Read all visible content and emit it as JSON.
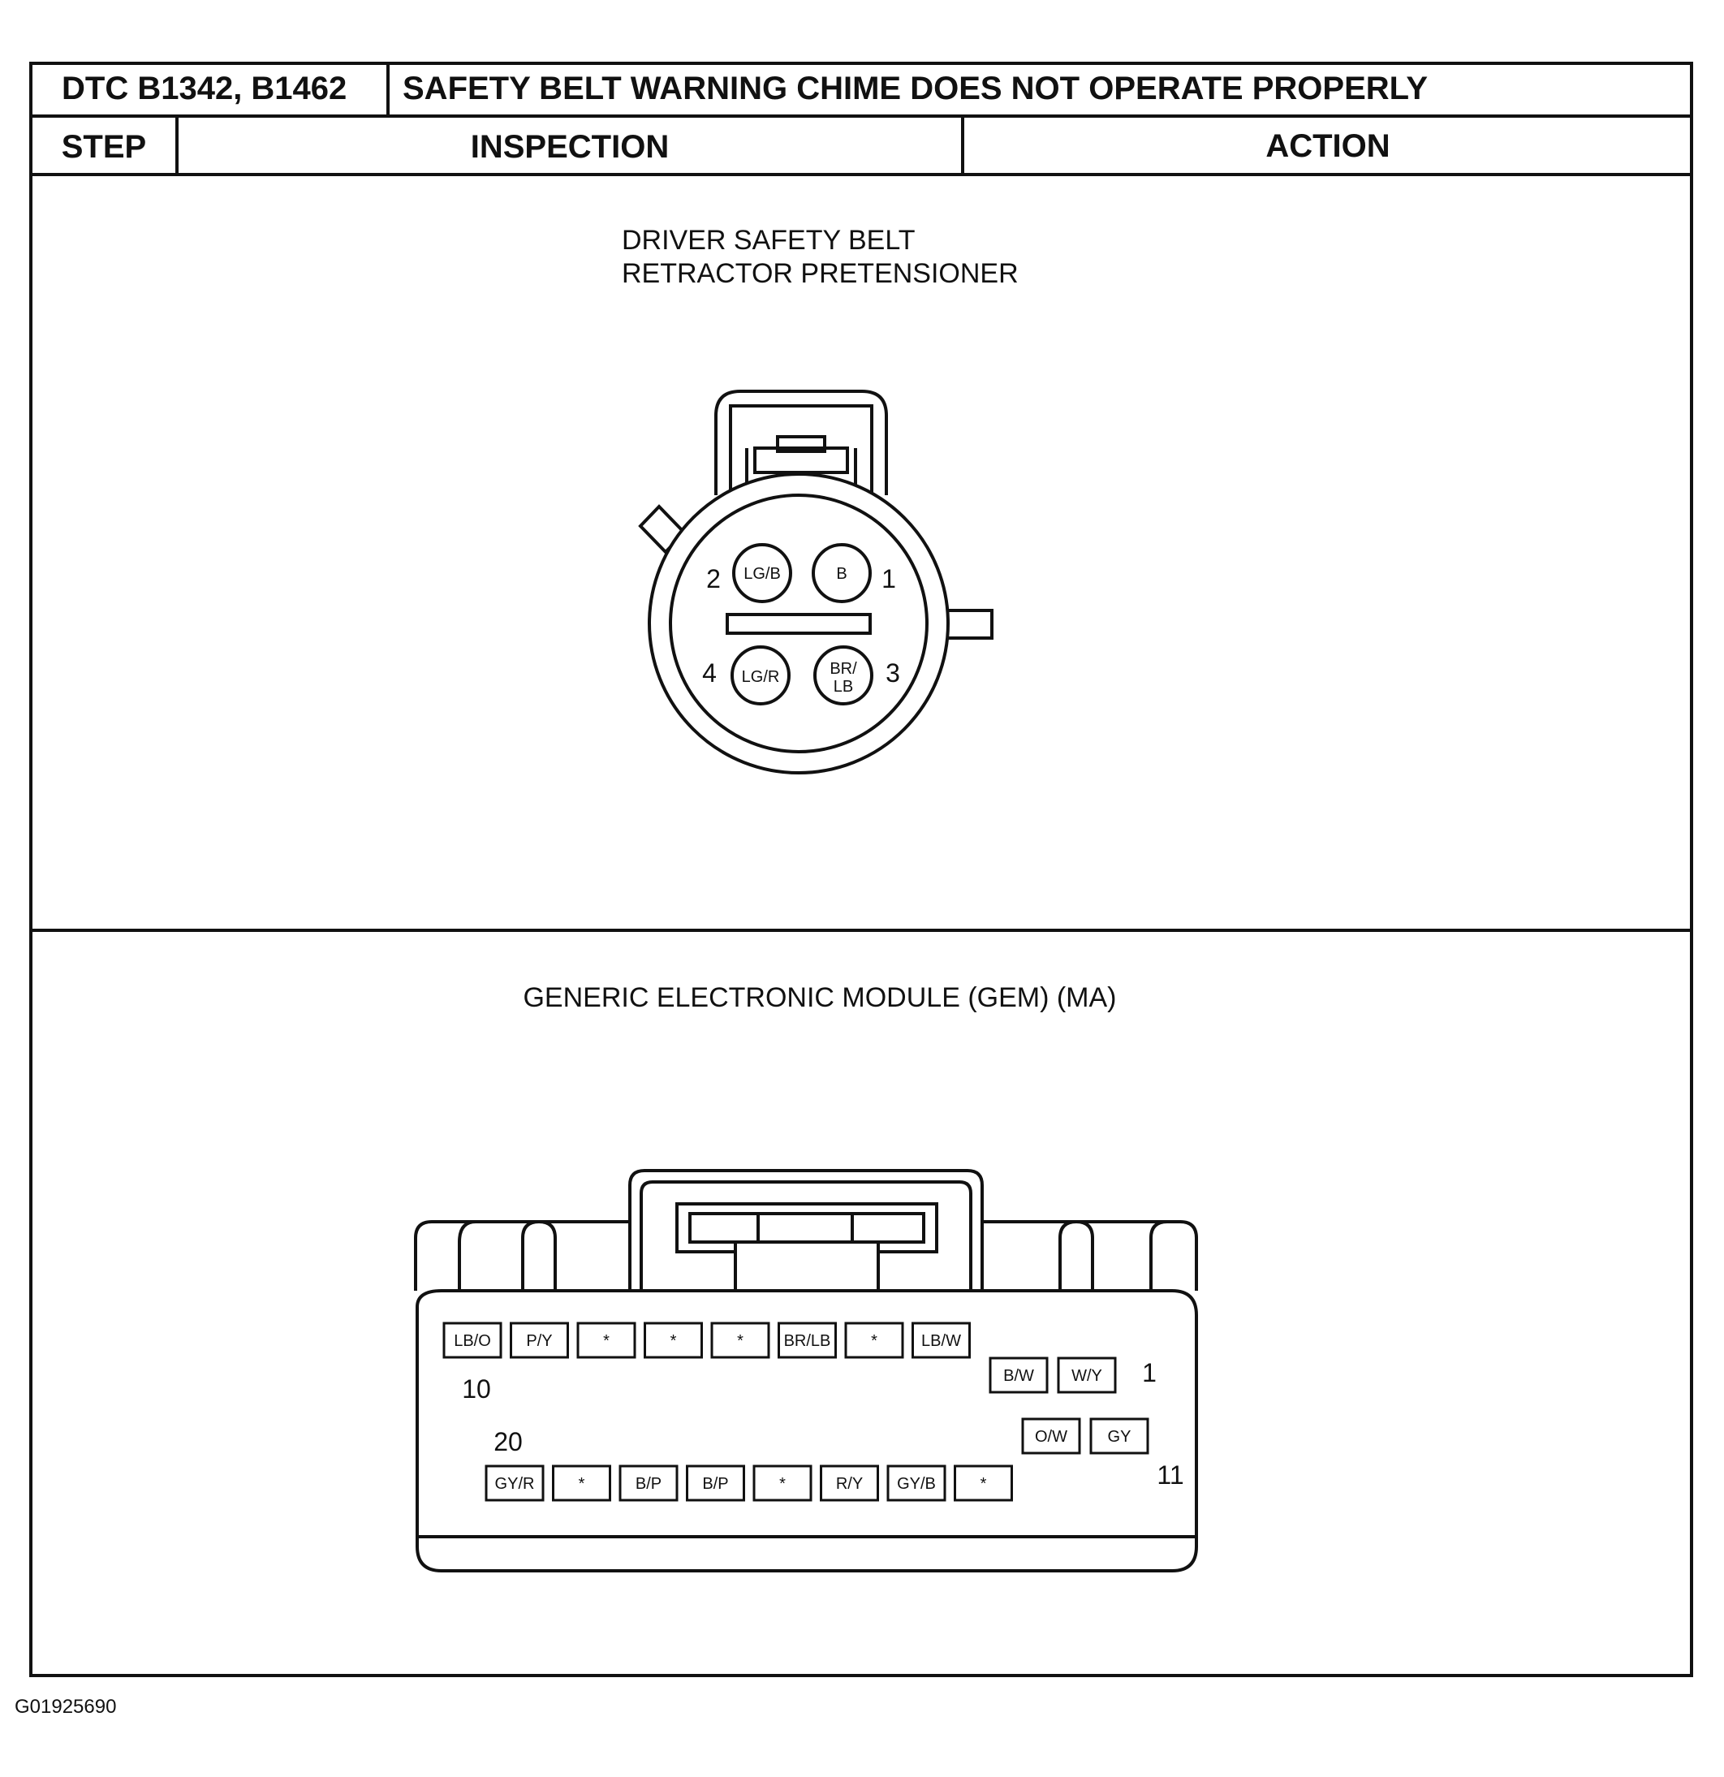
{
  "header": {
    "dtc": "DTC B1342, B1462",
    "title": "SAFETY BELT WARNING CHIME DOES NOT OPERATE PROPERLY",
    "col_step": "STEP",
    "col_inspection": "INSPECTION",
    "col_action": "ACTION"
  },
  "connector1": {
    "title_line1": "DRIVER SAFETY BELT",
    "title_line2": "RETRACTOR PRETENSIONER",
    "pins": [
      {
        "num": "1",
        "label": "B",
        "label2": ""
      },
      {
        "num": "2",
        "label": "LG/B",
        "label2": ""
      },
      {
        "num": "3",
        "label": "BR/",
        "label2": "LB"
      },
      {
        "num": "4",
        "label": "LG/R",
        "label2": ""
      }
    ]
  },
  "connector2": {
    "title": "GENERIC ELECTRONIC MODULE (GEM) (MA)",
    "top_row": [
      "LB/O",
      "P/Y",
      "*",
      "*",
      "*",
      "BR/LB",
      "*",
      "LB/W"
    ],
    "top_right": [
      "B/W",
      "W/Y"
    ],
    "bottom_right": [
      "O/W",
      "GY"
    ],
    "bottom_row": [
      "GY/R",
      "*",
      "B/P",
      "B/P",
      "*",
      "R/Y",
      "GY/B",
      "*"
    ],
    "pin_numbers": {
      "p1": "1",
      "p10": "10",
      "p11": "11",
      "p20": "20"
    }
  },
  "footer": {
    "figure_id": "G01925690"
  }
}
